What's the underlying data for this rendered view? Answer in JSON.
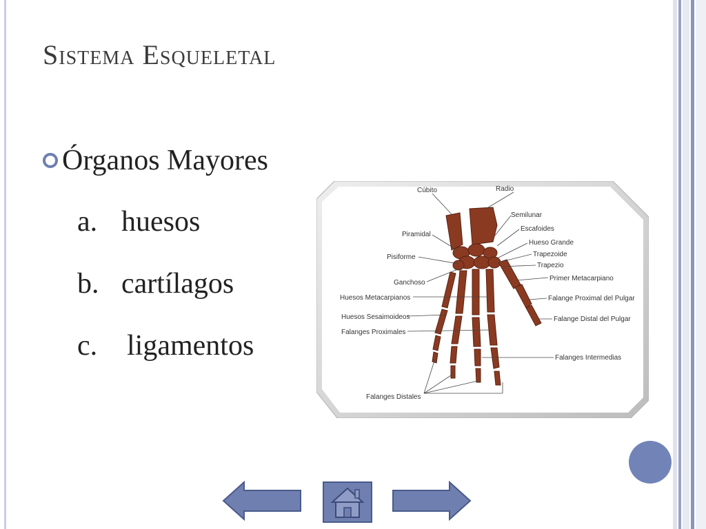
{
  "slide": {
    "title": "Sistema Esqueletal",
    "bullet": "Órganos Mayores",
    "items": [
      {
        "marker": "a.",
        "text": "huesos"
      },
      {
        "marker": "b.",
        "text": "cartílagos"
      },
      {
        "marker": "c.",
        "text": "ligamentos"
      }
    ]
  },
  "figure": {
    "labels": {
      "cubito": "Cúbito",
      "radio": "Radio",
      "semilunar": "Semilunar",
      "escafoides": "Escafoides",
      "piramidal": "Piramidal",
      "hueso_grande": "Hueso Grande",
      "trapezoide": "Trapezoide",
      "pisiforme": "Pisiforme",
      "trapezio": "Trapezio",
      "ganchoso": "Ganchoso",
      "primer_metacarpiano": "Primer Metacarpiano",
      "huesos_metacarpianos": "Huesos Metacarpianos",
      "falange_proximal_pulgar": "Falange Proximal del Pulgar",
      "huesos_sesaimoideos": "Huesos Sesaimoideos",
      "falange_distal_pulgar": "Falange Distal del Pulgar",
      "falanges_proximales": "Falanges Proximales",
      "falanges_intermedias": "Falanges Intermedias",
      "falanges_distales": "Falanges Distales"
    }
  },
  "colors": {
    "accent": "#6c7fb2",
    "nav_fill": "#6e7fb0",
    "bone": "#8b3a22"
  },
  "icons": {
    "prev": "left-arrow-icon",
    "home": "home-icon",
    "next": "right-arrow-icon"
  }
}
